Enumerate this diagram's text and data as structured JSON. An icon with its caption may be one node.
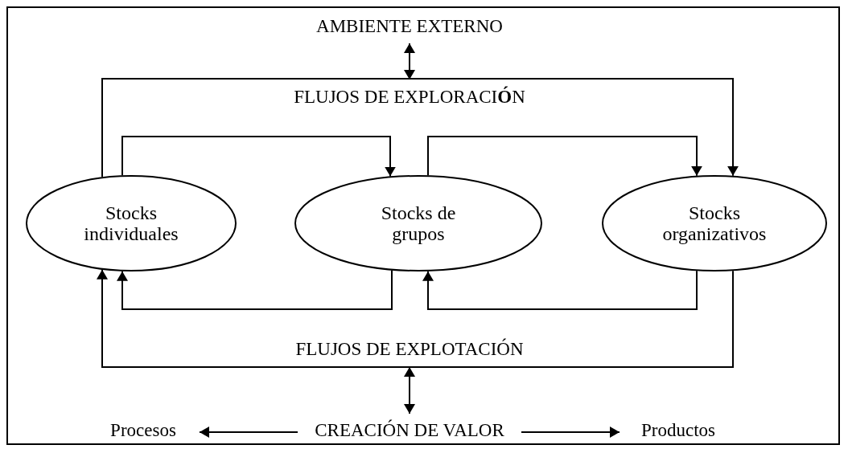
{
  "diagram": {
    "nodes": [
      {
        "text": [
          "AMBIENTE EXTERNO"
        ]
      },
      {
        "text": [
          "FLUJOS DE EXPLORACI**Ó**N"
        ]
      },
      {
        "text": [
          "Stocks individuales"
        ]
      },
      {
        "text": [
          "Stocks de grupos"
        ]
      },
      {
        "text": [
          "Stocks organizativos"
        ]
      },
      {
        "text": [
          "FLUJOS DE EXPLOTACIÓN"
        ]
      },
      {
        "text": [
          "CREACIÓN DE VALOR"
        ]
      },
      {
        "text": [
          "Procesos"
        ]
      },
      {
        "text": [
          "Productos"
        ]
      }
    ],
    "edges": [
      {
        "from": 0,
        "to": 1,
        "arrow": "both"
      },
      {
        "from": 2,
        "to": 4,
        "arrow": "to"
      },
      {
        "from": 2,
        "to": 3,
        "arrow": "to"
      },
      {
        "from": 3,
        "to": 4,
        "arrow": "to"
      },
      {
        "from": 3,
        "to": 2,
        "arrow": "to"
      },
      {
        "from": 4,
        "to": 3,
        "arrow": "to"
      },
      {
        "from": 4,
        "to": 2,
        "arrow": "to"
      },
      {
        "from": 6,
        "to": 5,
        "arrow": "both"
      },
      {
        "from": 6,
        "to": 7,
        "arrow": "to"
      },
      {
        "from": 6,
        "to": 8,
        "arrow": "to"
      }
    ]
  }
}
